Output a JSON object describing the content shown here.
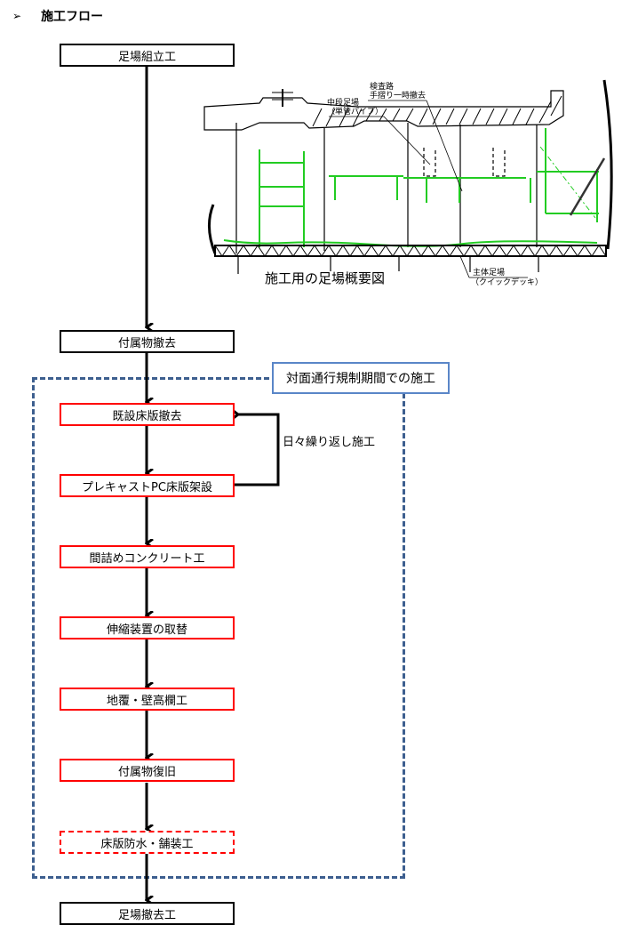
{
  "heading": {
    "bullet": "➢",
    "title": "施工フロー"
  },
  "scaffold_drawing": {
    "caption": "施工用の足場概要図",
    "labels": {
      "middle_scaffold": "中段足場",
      "middle_scaffold_sub": "（単管パイプ）",
      "inspection_path": "検査路",
      "inspection_path_sub": "手摺り一時撤去",
      "main_scaffold": "主体足場",
      "main_scaffold_sub": "（クイックデッキ）"
    }
  },
  "region": {
    "label": "対面通行規制期間での施工"
  },
  "loop": {
    "label": "日々繰り返し施工"
  },
  "steps": [
    {
      "label": "足場組立工",
      "style": "black"
    },
    {
      "label": "付属物撤去",
      "style": "black"
    },
    {
      "label": "既設床版撤去",
      "style": "red"
    },
    {
      "label": "プレキャストPC床版架設",
      "style": "red"
    },
    {
      "label": "間詰めコンクリート工",
      "style": "red"
    },
    {
      "label": "伸縮装置の取替",
      "style": "red"
    },
    {
      "label": "地覆・壁高欄工",
      "style": "red"
    },
    {
      "label": "付属物復旧",
      "style": "red"
    },
    {
      "label": "床版防水・舗装工",
      "style": "red-dashed"
    },
    {
      "label": "足場撤去工",
      "style": "black"
    }
  ],
  "colors": {
    "red": "#ff0000",
    "region_border": "#3d5f8f",
    "region_label_border": "#5a86c8",
    "scaffold_green": "#22cc22"
  }
}
